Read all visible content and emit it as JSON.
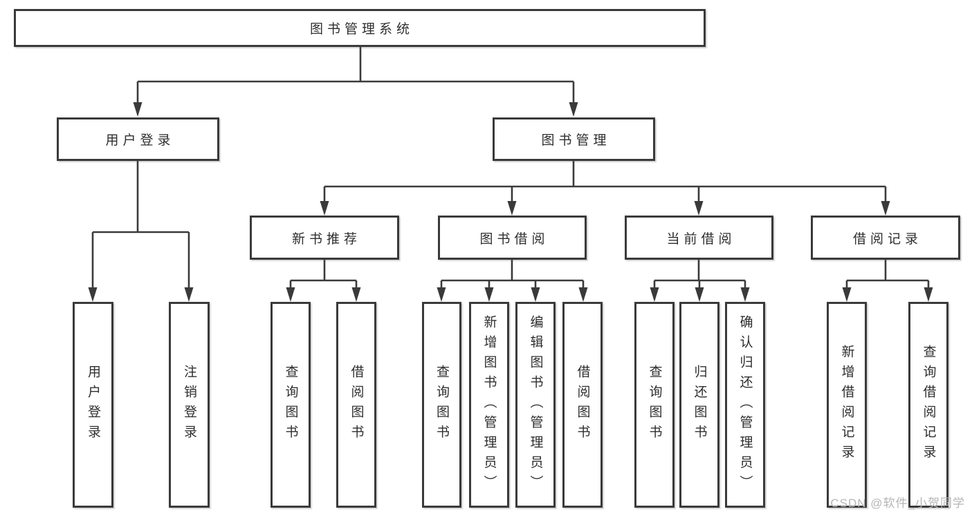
{
  "diagram_title": "图书管理系统",
  "watermark": "CSDN @软件_小贺同学",
  "colors": {
    "line": "#3a3a3a",
    "text": "#2e2e2e",
    "box_background": "#ffffff",
    "watermark": "#b5b5b5",
    "page_background": "#ffffff"
  },
  "tree": {
    "label": "图书管理系统",
    "children": [
      {
        "label": "用户登录",
        "children": [
          {
            "label": "用户登录"
          },
          {
            "label": "注销登录"
          }
        ]
      },
      {
        "label": "图书管理",
        "children": [
          {
            "label": "新书推荐",
            "children": [
              {
                "label": "查询图书"
              },
              {
                "label": "借阅图书"
              }
            ]
          },
          {
            "label": "图书借阅",
            "children": [
              {
                "label": "查询图书"
              },
              {
                "label": "新增图书（管理员）"
              },
              {
                "label": "编辑图书（管理员）"
              },
              {
                "label": "借阅图书"
              }
            ]
          },
          {
            "label": "当前借阅",
            "children": [
              {
                "label": "查询图书"
              },
              {
                "label": "归还图书"
              },
              {
                "label": "确认归还（管理员）"
              }
            ]
          },
          {
            "label": "借阅记录",
            "children": [
              {
                "label": "新增借阅记录"
              },
              {
                "label": "查询借阅记录"
              }
            ]
          }
        ]
      }
    ]
  }
}
